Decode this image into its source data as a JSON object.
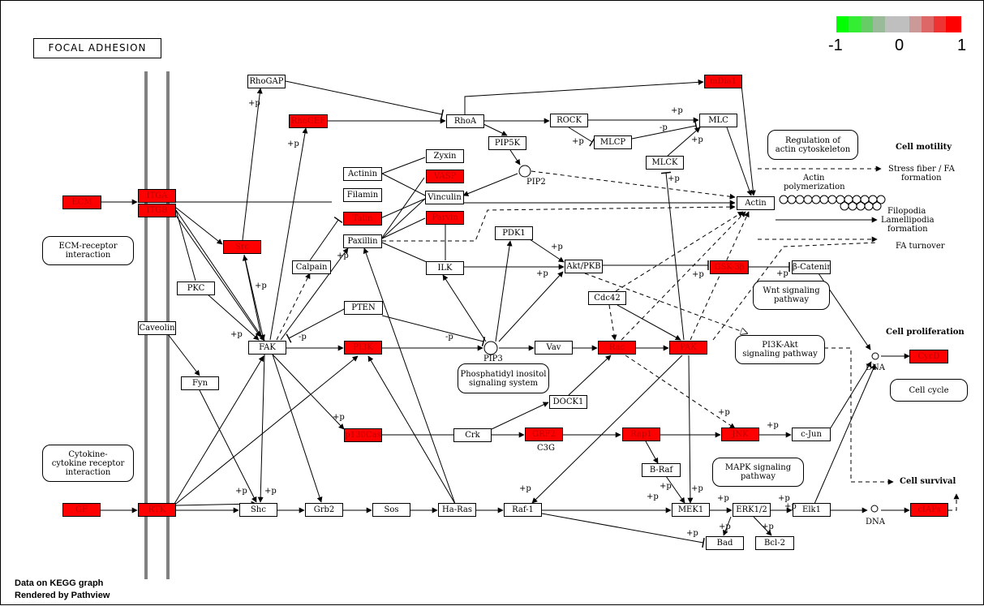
{
  "title": "FOCAL ADHESION",
  "legend": {
    "colors": [
      "#00ff00",
      "#33ee33",
      "#66cc66",
      "#99bb99",
      "#bfbfbf",
      "#bfbfbf",
      "#cc9999",
      "#dd6666",
      "#ee3333",
      "#ff0000"
    ],
    "min_label": "-1",
    "mid_label": "0",
    "max_label": "1"
  },
  "footer": {
    "line1": "Data on KEGG graph",
    "line2": "Rendered by Pathview"
  },
  "nodes": {
    "ecm": "ECM",
    "itga": "ITGA",
    "itgb": "ITGB",
    "src": "Src",
    "pkc": "PKC",
    "caveolin": "Caveolin",
    "fyn": "Fyn",
    "fak": "FAK",
    "rhogap": "RhoGAP",
    "rhogef": "RhoGEF",
    "rhoa": "RhoA",
    "rock": "ROCK",
    "mlcp": "MLCP",
    "mlc": "MLC",
    "mdia1": "mDia1",
    "mlck": "MLCK",
    "pip5k": "PIP5K",
    "zyxin": "Zyxin",
    "actinin": "Actinin",
    "vasp": "VASP",
    "filamin": "Filamin",
    "vinculin": "Vinculin",
    "talin": "Talin",
    "parvin": "Parvin",
    "paxillin": "Paxillin",
    "calpain": "Calpain",
    "ilk": "ILK",
    "pdk1": "PDK1",
    "akt": "Akt/PKB",
    "gsk3b": "GSK-3β",
    "bcatenin": "β-Catenin",
    "actin": "Actin",
    "pten": "PTEN",
    "pi3k": "PI3K",
    "vav": "Vav",
    "rac": "Rac",
    "pak": "PAK",
    "cdc42": "Cdc42",
    "dock1": "DOCK1",
    "p130cas": "p130Cas",
    "crk": "Crk",
    "grf2": "GRF2",
    "rap1": "Rap1",
    "jnk": "JNK",
    "cjun": "c-Jun",
    "cycd": "CycD",
    "braf": "B-Raf",
    "gf": "GF",
    "rtk": "RTK",
    "shc": "Shc",
    "grb2": "Grb2",
    "sos": "Sos",
    "hras": "Ha-Ras",
    "raf1": "Raf-1",
    "mek1": "MEK1",
    "erk": "ERK1/2",
    "elk1": "Elk1",
    "ciaps": "cIAPs",
    "bad": "Bad",
    "bcl2": "Bcl-2"
  },
  "pathways": {
    "ecm_receptor": "ECM-receptor\ninteraction",
    "cytokine": "Cytokine-\ncytokine receptor\ninteraction",
    "regulation": "Regulation of\nactin cytoskeleton",
    "wnt": "Wnt signaling\npathway",
    "pi3k_akt": "PI3K-Akt\nsignaling pathway",
    "phosphatidyl": "Phosphatidyl inositol\nsignaling system",
    "cell_cycle": "Cell cycle",
    "mapk": "MAPK signaling\npathway"
  },
  "labels": {
    "cell_motility": "Cell motility",
    "stress_fiber": "Stress fiber / FA",
    "formation": "formation",
    "actin_poly1": "Actin",
    "actin_poly2": "polymerization",
    "filopodia": "Filopodia",
    "lamellipodia": "Lamellipodia",
    "formation2": "formation",
    "fa_turnover": "FA turnover",
    "cell_proliferation": "Cell proliferation",
    "cell_survival": "Cell survival",
    "dna1": "DNA",
    "dna2": "DNA",
    "pip2": "PIP2",
    "pip3": "PIP3",
    "c3g": "C3G",
    "plus_p": "+p",
    "minus_p": "-p"
  }
}
